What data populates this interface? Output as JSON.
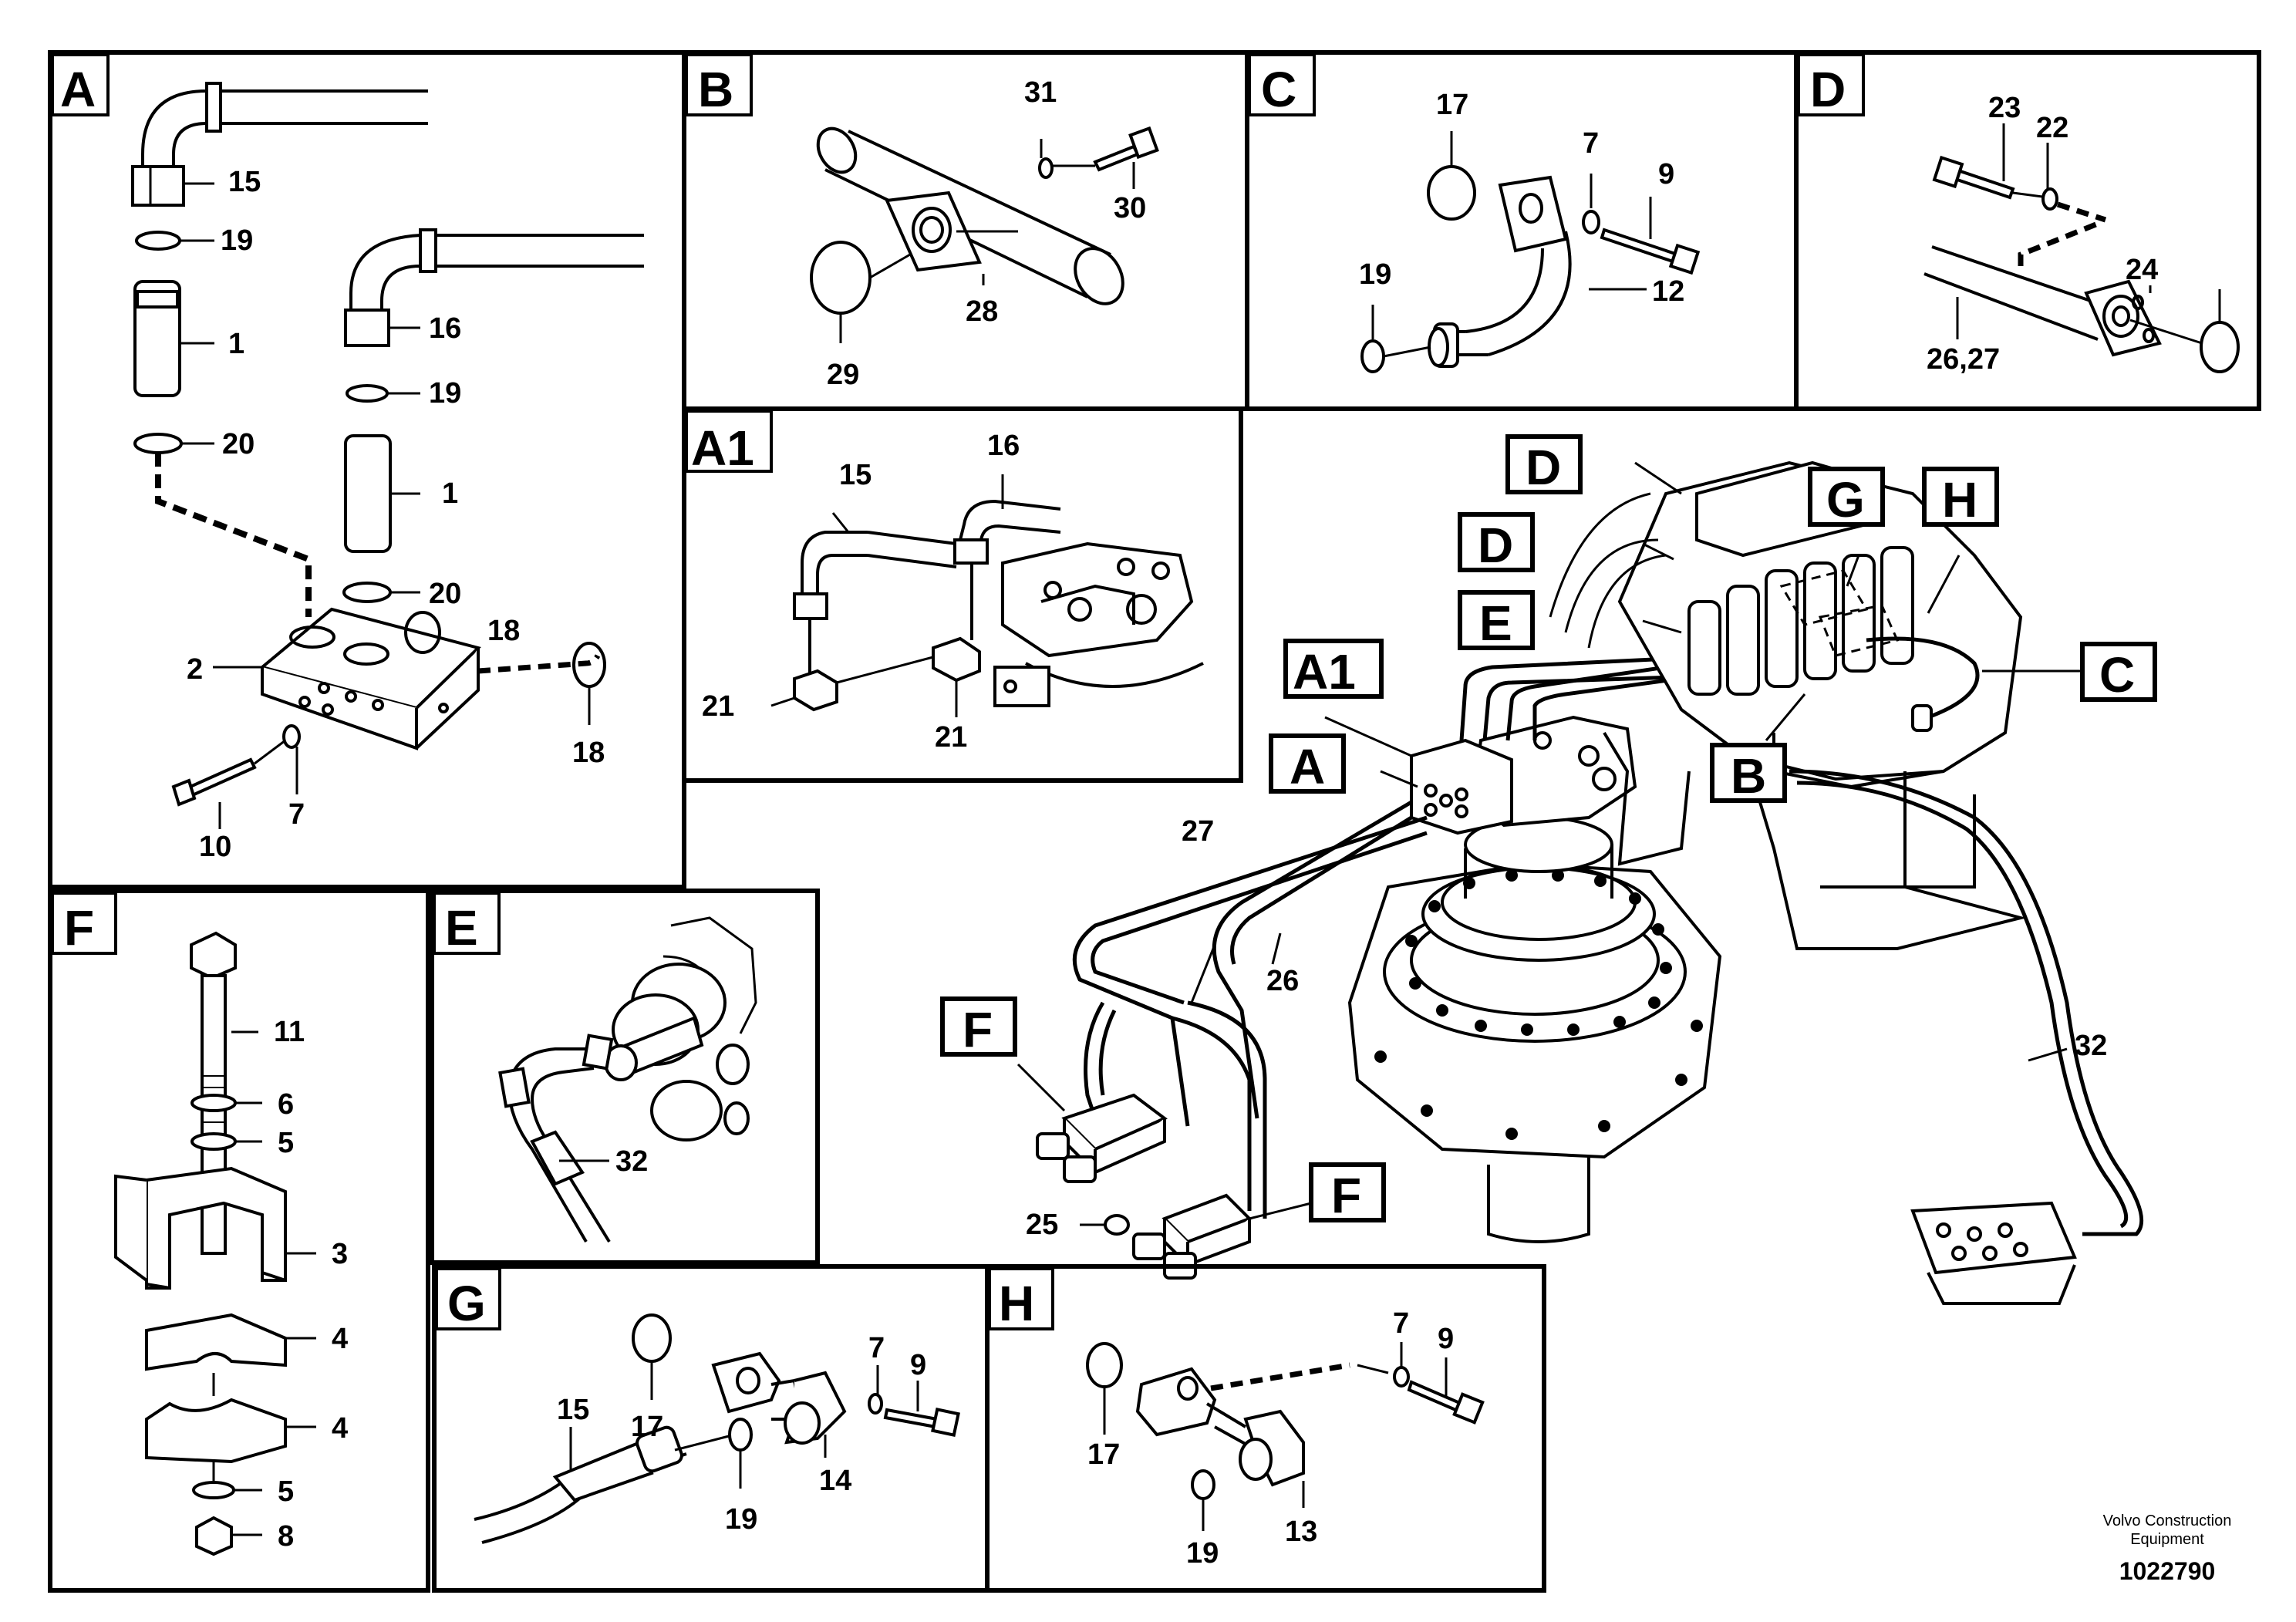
{
  "panels": {
    "A": "A",
    "B": "B",
    "C": "C",
    "D": "D",
    "A1": "A1",
    "F": "F",
    "E": "E",
    "G": "G",
    "H": "H"
  },
  "main_labels": {
    "D1": "D",
    "D2": "D",
    "E": "E",
    "G": "G",
    "H": "H",
    "A1": "A1",
    "A": "A",
    "B": "B",
    "C": "C",
    "F1": "F",
    "F2": "F"
  },
  "callouts": {
    "A": [
      "15",
      "19",
      "1",
      "20",
      "16",
      "19",
      "1",
      "20",
      "18",
      "2",
      "18",
      "10",
      "7"
    ],
    "B": [
      "31",
      "30",
      "28",
      "29"
    ],
    "C": [
      "17",
      "7",
      "9",
      "19",
      "12"
    ],
    "D": [
      "23",
      "22",
      "24",
      "26,27"
    ],
    "A1": [
      "15",
      "16",
      "21",
      "21"
    ],
    "main": [
      "27",
      "26",
      "32",
      "25"
    ],
    "F": [
      "11",
      "6",
      "5",
      "3",
      "4",
      "4",
      "5",
      "8"
    ],
    "E": [
      "32"
    ],
    "G": [
      "7",
      "9",
      "15",
      "17",
      "19",
      "14"
    ],
    "H": [
      "7",
      "9",
      "17",
      "13",
      "19"
    ]
  },
  "footer": {
    "brand_line1": "Volvo Construction",
    "brand_line2": "Equipment",
    "doc_number": "1022790"
  }
}
